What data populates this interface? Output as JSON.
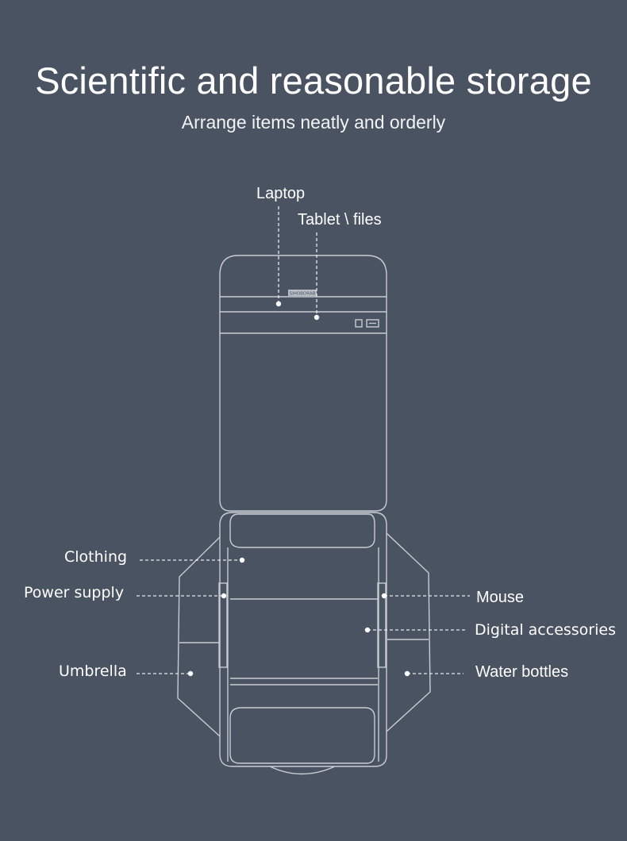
{
  "header": {
    "title": "Scientific and reasonable storage",
    "subtitle": "Arrange items neatly and orderly"
  },
  "bag_brand_text": "SIHOBORAB",
  "compartments": [
    {
      "id": "laptop",
      "label": "Laptop"
    },
    {
      "id": "tablet",
      "label": "Tablet \\ files"
    },
    {
      "id": "clothing",
      "label": "Clothing"
    },
    {
      "id": "power",
      "label": "Power supply"
    },
    {
      "id": "umbrella",
      "label": "Umbrella"
    },
    {
      "id": "mouse",
      "label": "Mouse"
    },
    {
      "id": "digital",
      "label": "Digital accessories"
    },
    {
      "id": "bottles",
      "label": "Water bottles"
    }
  ],
  "colors": {
    "background": "#4a5361",
    "outline": "#c9cdd3",
    "text": "#ffffff"
  }
}
